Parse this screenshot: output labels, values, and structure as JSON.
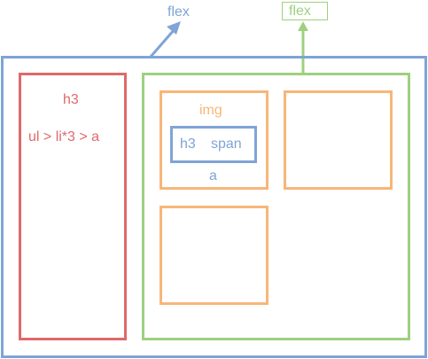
{
  "labels": {
    "outer_flex": "flex",
    "inner_flex": "flex",
    "left_heading": "h3",
    "left_list": "ul > li*3 > a",
    "item_img": "img",
    "item_h3": "h3",
    "item_span": "span",
    "item_link": "a"
  },
  "colors": {
    "blue": "#7fa4d6",
    "green": "#9ed07f",
    "red": "#df6a6a",
    "orange": "#f7b678"
  }
}
